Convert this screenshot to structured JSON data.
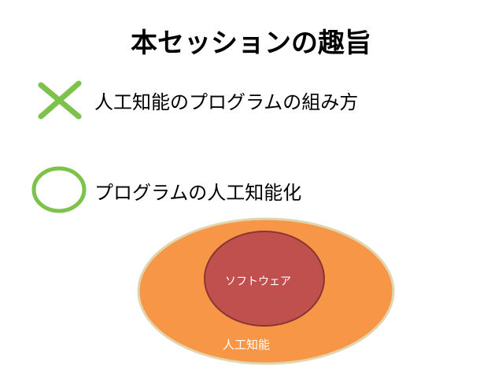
{
  "slide": {
    "title": "本セッションの趣旨",
    "rows": [
      {
        "icon": "cross-icon",
        "text": "人工知能のプログラムの組み方"
      },
      {
        "icon": "circle-icon",
        "text": "プログラムの人工知能化"
      }
    ],
    "diagram": {
      "outer_label": "人工知能",
      "inner_label": "ソフトウェア"
    }
  },
  "colors": {
    "accent_green": "#7dc24b",
    "outer_fill": "#f79646",
    "outer_stroke": "#e2d4ad",
    "inner_fill": "#c0504d",
    "inner_stroke": "#8b3533",
    "text": "#000000",
    "label_text": "#ffffff"
  }
}
